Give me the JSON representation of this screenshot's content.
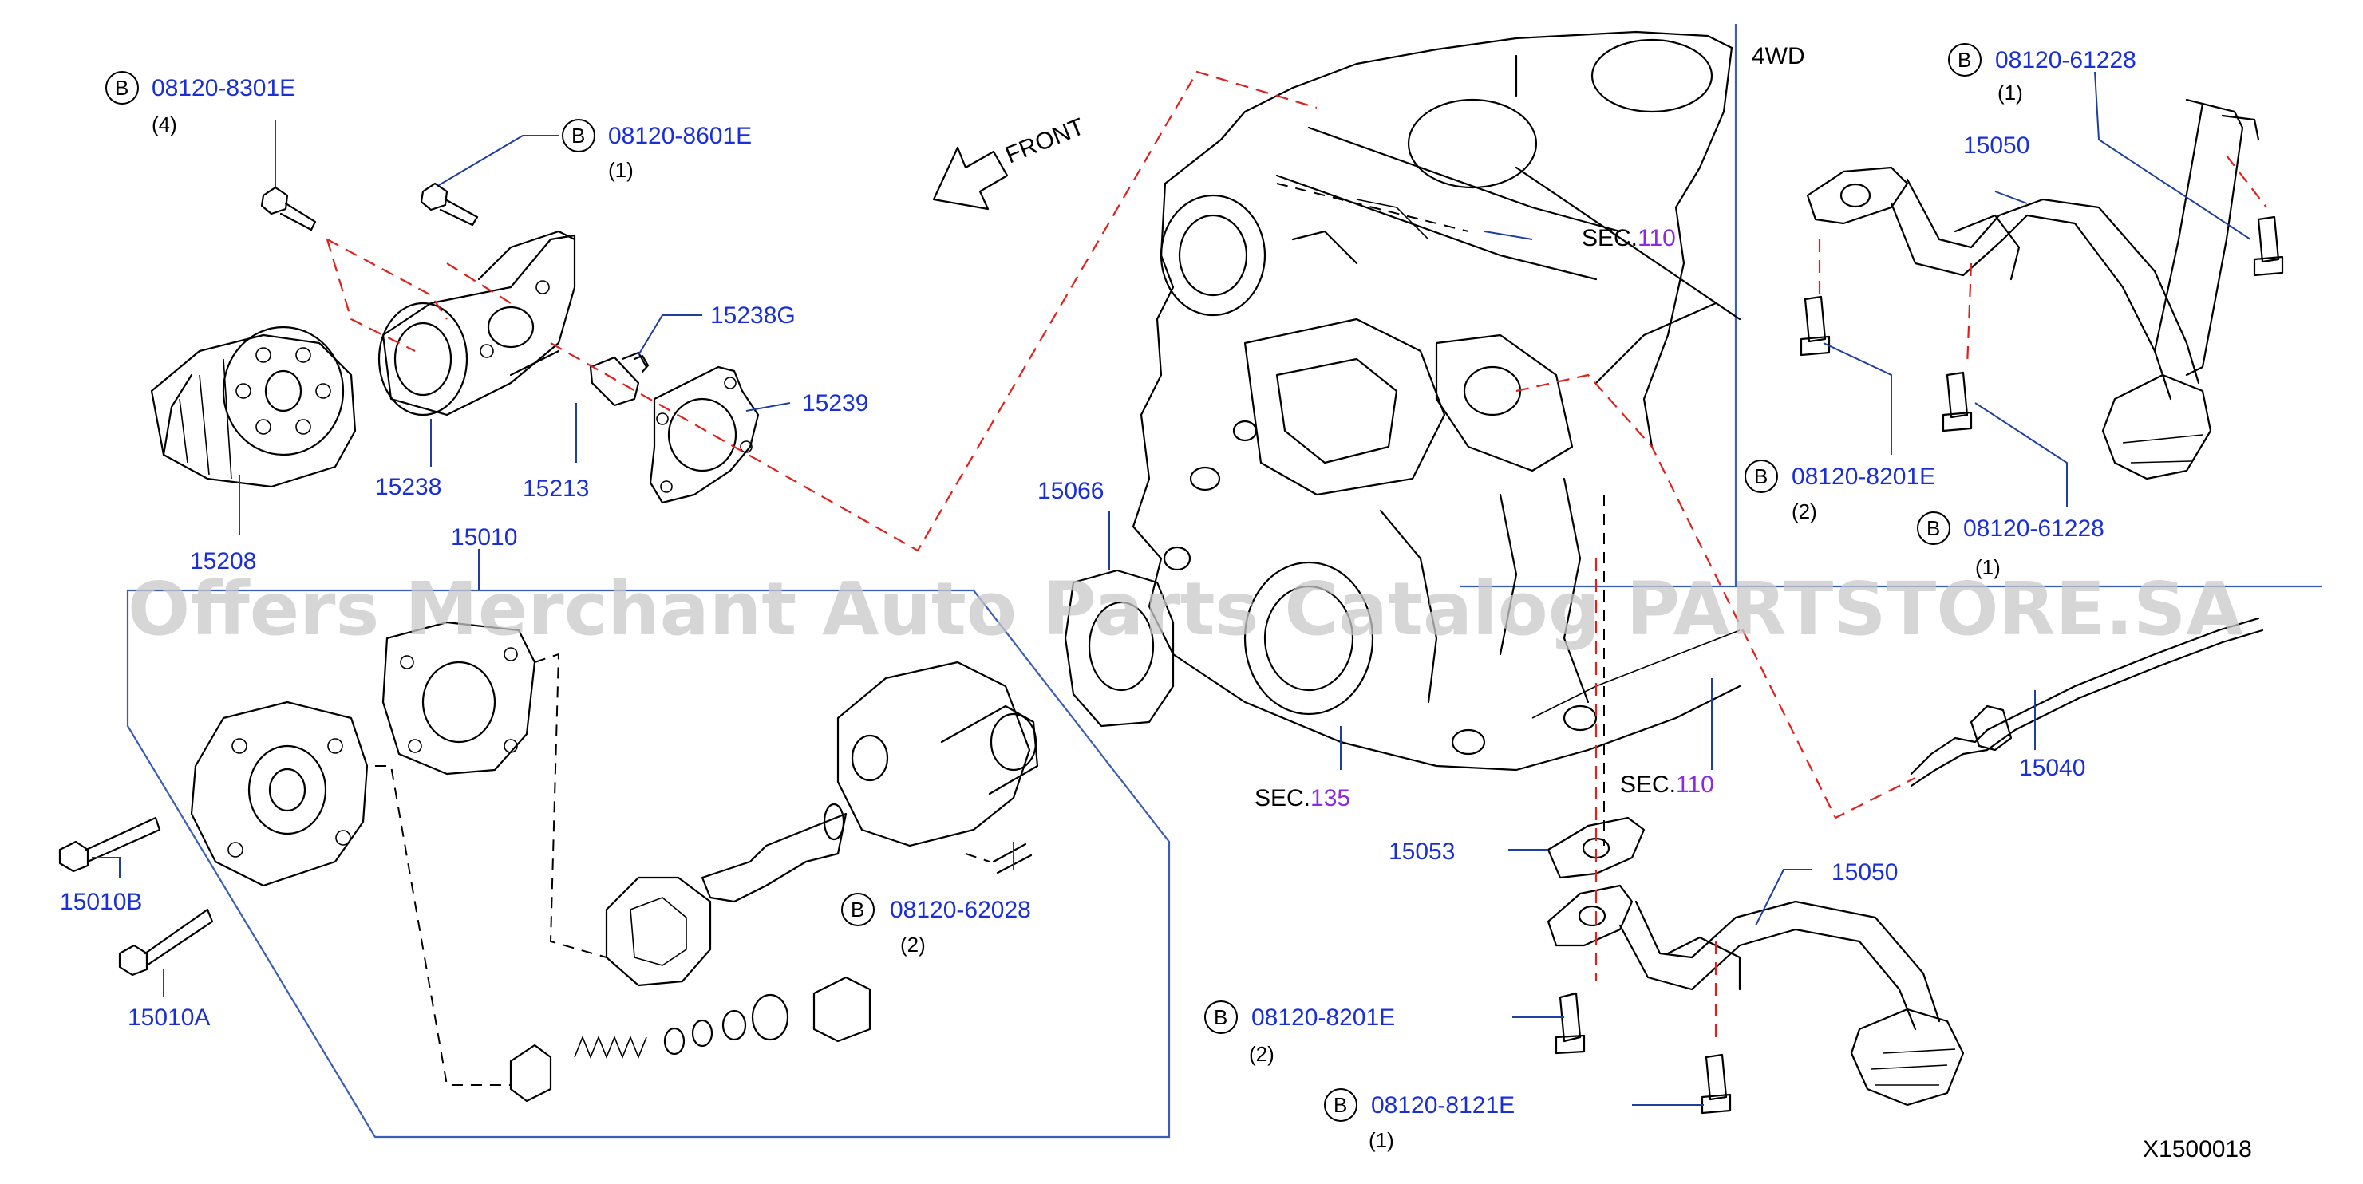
{
  "colors": {
    "part_number": "#1a2fd6",
    "section_number": "#8a2be2",
    "leader": "#1f3fa0",
    "dash_red": "#e0201c"
  },
  "labels": {
    "front": "FRONT",
    "four_wd": "4WD",
    "drawing_code": "X1500018",
    "watermark": "Offers Merchant Auto Parts Catalog PARTSTORE.SA",
    "badge_letter": "B"
  },
  "parts": {
    "p08120_8301E": "08120-8301E",
    "p08120_8301E_qty": "(4)",
    "p08120_8601E": "08120-8601E",
    "p08120_8601E_qty": "(1)",
    "p15238G": "15238G",
    "p15239": "15239",
    "p15238": "15238",
    "p15213": "15213",
    "p15208": "15208",
    "p15010": "15010",
    "p15066": "15066",
    "p15010B": "15010B",
    "p15010A": "15010A",
    "p08120_62028": "08120-62028",
    "p08120_62028_qty": "(2)",
    "p15053": "15053",
    "p15050_main": "15050",
    "p08120_8201E_main": "08120-8201E",
    "p08120_8201E_main_qty": "(2)",
    "p08120_8121E": "08120-8121E",
    "p08120_8121E_qty": "(1)",
    "p15040": "15040",
    "p08120_61228_top": "08120-61228",
    "p08120_61228_top_qty": "(1)",
    "p15050_4wd": "15050",
    "p08120_8201E_4wd": "08120-8201E",
    "p08120_8201E_4wd_qty": "(2)",
    "p08120_61228_bot": "08120-61228",
    "p08120_61228_bot_qty": "(1)"
  },
  "sections": {
    "sec110_top_prefix": "SEC.",
    "sec110_top_num": "110",
    "sec135_prefix": "SEC.",
    "sec135_num": "135",
    "sec110_bot_prefix": "SEC.",
    "sec110_bot_num": "110"
  }
}
